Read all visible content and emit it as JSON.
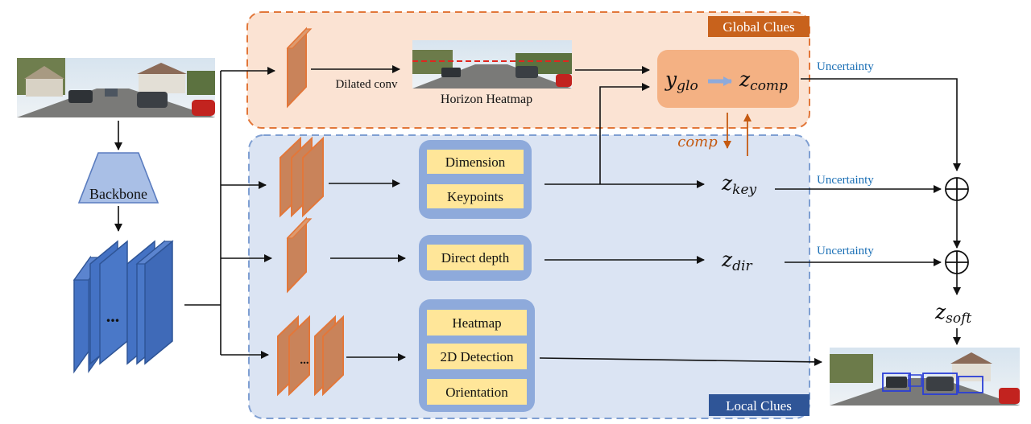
{
  "regions": {
    "global_label": "Global Clues",
    "local_label": "Local Clues"
  },
  "nodes": {
    "backbone": "Backbone",
    "feature_ellipsis": "...",
    "dilated_conv": "Dilated conv",
    "horizon_heatmap": "Horizon Heatmap",
    "y_glo": {
      "base": "y",
      "sub": "glo"
    },
    "z_comp": {
      "base": "z",
      "sub": "comp"
    },
    "comp": "comp",
    "dimension": "Dimension",
    "keypoints": "Keypoints",
    "direct_depth": "Direct depth",
    "heatmap": "Heatmap",
    "detection_2d": "2D Detection",
    "orientation": "Orientation",
    "conv_ellipsis": "...",
    "z_key": {
      "base": "z",
      "sub": "key"
    },
    "z_dir": {
      "base": "z",
      "sub": "dir"
    },
    "z_soft": {
      "base": "z",
      "sub": "soft"
    },
    "uncertainty_1": "Uncertainty",
    "uncertainty_2": "Uncertainty",
    "uncertainty_3": "Uncertainty"
  },
  "colors": {
    "global_fill": "#fbe3d3",
    "global_border": "#e2773a",
    "global_label_bg": "#c8621c",
    "local_fill": "#dbe4f3",
    "local_border": "#7f9fd2",
    "local_label_bg": "#2f5597",
    "conv_fill": "#c9835a",
    "conv_border": "#e2773a",
    "feature_fill": "#4472c4",
    "feature_border": "#2f5597",
    "head_outer": "#8eaadb",
    "head_inner": "#ffe699",
    "comp_box": "#f4b183",
    "comp_arrow": "#c55a11",
    "uncertainty_text": "#1a6fb5"
  }
}
